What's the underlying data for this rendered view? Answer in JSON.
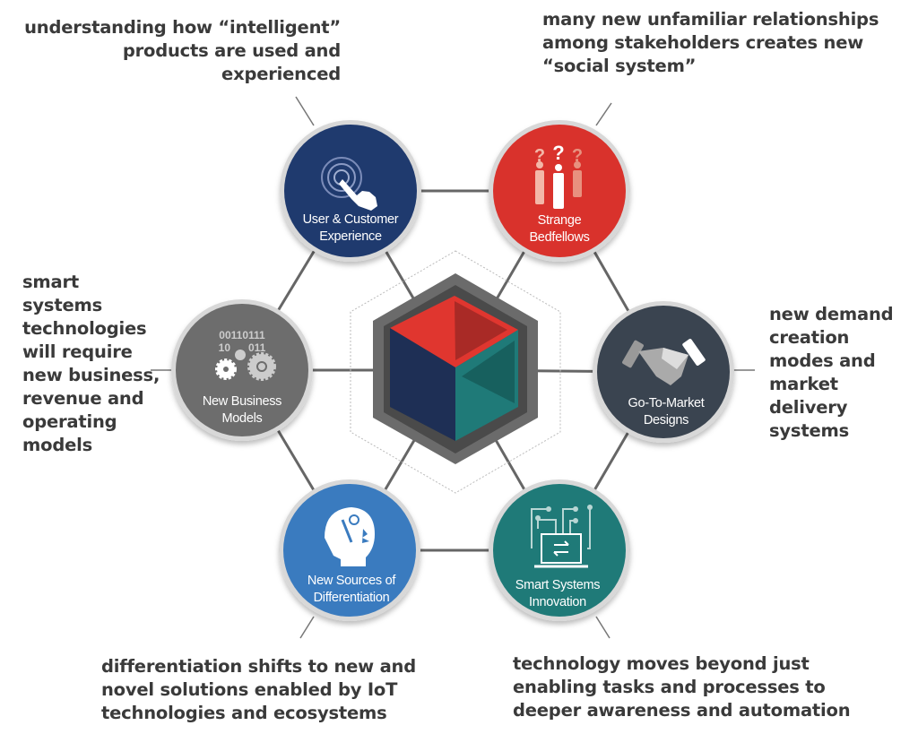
{
  "nodes": {
    "user_experience": {
      "line1": "User & Customer",
      "line2": "Experience",
      "color": "#1f3a6e"
    },
    "strange_bedfellows": {
      "line1": "Strange",
      "line2": "Bedfellows",
      "color": "#d9322c"
    },
    "new_business_models": {
      "line1": "New Business",
      "line2": "Models",
      "color": "#6d6d6d",
      "bits1": "00110111",
      "bits2": "10      011"
    },
    "go_to_market": {
      "line1": "Go-To-Market",
      "line2": "Designs",
      "color": "#3a4450"
    },
    "new_sources": {
      "line1": "New Sources of",
      "line2": "Differentiation",
      "color": "#3a7bbf"
    },
    "smart_systems": {
      "line1": "Smart Systems",
      "line2": "Innovation",
      "color": "#1f7a78"
    }
  },
  "notes": {
    "top_left": "understanding how “intelligent”\nproducts are used and\nexperienced",
    "top_right": "many new unfamiliar relationships\namong stakeholders creates new\n“social system”",
    "left": "smart\nsystems\ntechnologies\nwill require\nnew business,\nrevenue and\noperating\nmodels",
    "right": "new demand\ncreation\nmodes and\nmarket\ndelivery\nsystems",
    "bottom_left": "differentiation shifts to new and\nnovel solutions enabled by IoT\ntechnologies and ecosystems",
    "bottom_right": "technology moves beyond just\nenabling tasks and processes to\ndeeper awareness and automation"
  }
}
